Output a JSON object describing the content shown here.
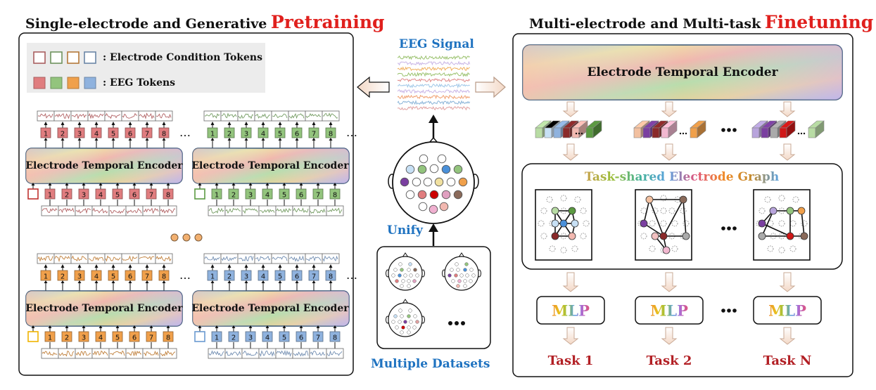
{
  "left_panel": {
    "title_prefix": "Single-electrode and Generative",
    "title_highlight": "Pretraining",
    "legend": {
      "condition_label": ": Electrode Condition Tokens",
      "eeg_label": ": EEG Tokens"
    },
    "encoder_label": "Electrode Temporal Encoder",
    "token_numbers": [
      "1",
      "2",
      "3",
      "4",
      "5",
      "6",
      "7",
      "8"
    ],
    "ellipsis": "…",
    "colors": {
      "red": "#e07d7f",
      "green": "#93c47d",
      "orange": "#f0a04b",
      "blue": "#8fb2de"
    }
  },
  "center": {
    "signal_label": "EEG Signal",
    "unify_label": "Unify",
    "datasets_label": "Multiple Datasets",
    "dots": "•••"
  },
  "right_panel": {
    "title_prefix": "Multi-electrode and Multi-task",
    "title_highlight": "Finetuning",
    "encoder_label": "Electrode Temporal Encoder",
    "graph_title": "Task-shared Electrode Graph",
    "mlp_label": "MLP",
    "tasks": [
      "Task 1",
      "Task 2",
      "Task N"
    ],
    "dots": "•••"
  },
  "accent_colors": {
    "title_red": "#e0201d",
    "label_blue": "#1e72c0",
    "task_red": "#b21f24"
  }
}
